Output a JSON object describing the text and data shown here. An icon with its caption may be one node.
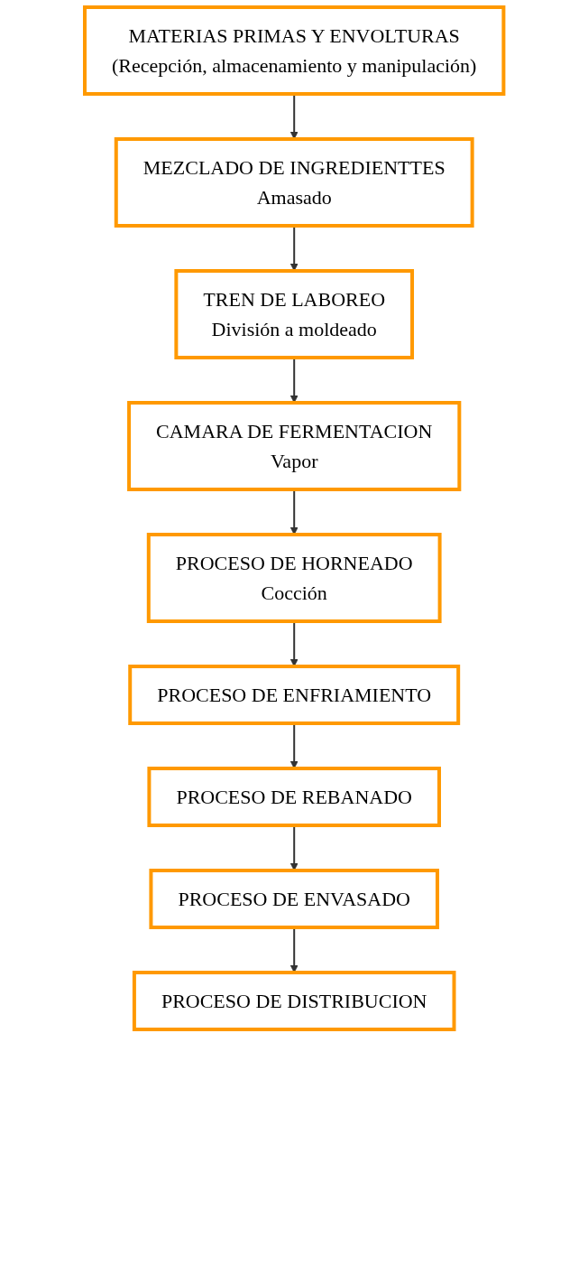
{
  "diagram": {
    "nodes": [
      {
        "text": [
          "MATERIAS PRIMAS Y ENVOLTURAS",
          "(Recepción, almacenamiento y manipulación)"
        ]
      },
      {
        "text": [
          "MEZCLADO DE INGREDIENTTES",
          "Amasado"
        ]
      },
      {
        "text": [
          "TREN DE LABOREO",
          "División a moldeado"
        ]
      },
      {
        "text": [
          "CAMARA DE FERMENTACION",
          "Vapor"
        ]
      },
      {
        "text": [
          "PROCESO DE HORNEADO",
          "Cocción"
        ]
      },
      {
        "text": [
          "PROCESO DE ENFRIAMIENTO"
        ]
      },
      {
        "text": [
          "PROCESO DE REBANADO"
        ]
      },
      {
        "text": [
          "PROCESO DE ENVASADO"
        ]
      },
      {
        "text": [
          "PROCESO DE DISTRIBUCION"
        ]
      }
    ],
    "edges": [
      {
        "from": 0,
        "to": 1,
        "arrow": "to"
      },
      {
        "from": 1,
        "to": 2,
        "arrow": "to"
      },
      {
        "from": 2,
        "to": 3,
        "arrow": "to"
      },
      {
        "from": 3,
        "to": 4,
        "arrow": "to"
      },
      {
        "from": 4,
        "to": 5,
        "arrow": "to"
      },
      {
        "from": 5,
        "to": 6,
        "arrow": "to"
      },
      {
        "from": 6,
        "to": 7,
        "arrow": "to"
      },
      {
        "from": 7,
        "to": 8,
        "arrow": "to"
      }
    ]
  }
}
